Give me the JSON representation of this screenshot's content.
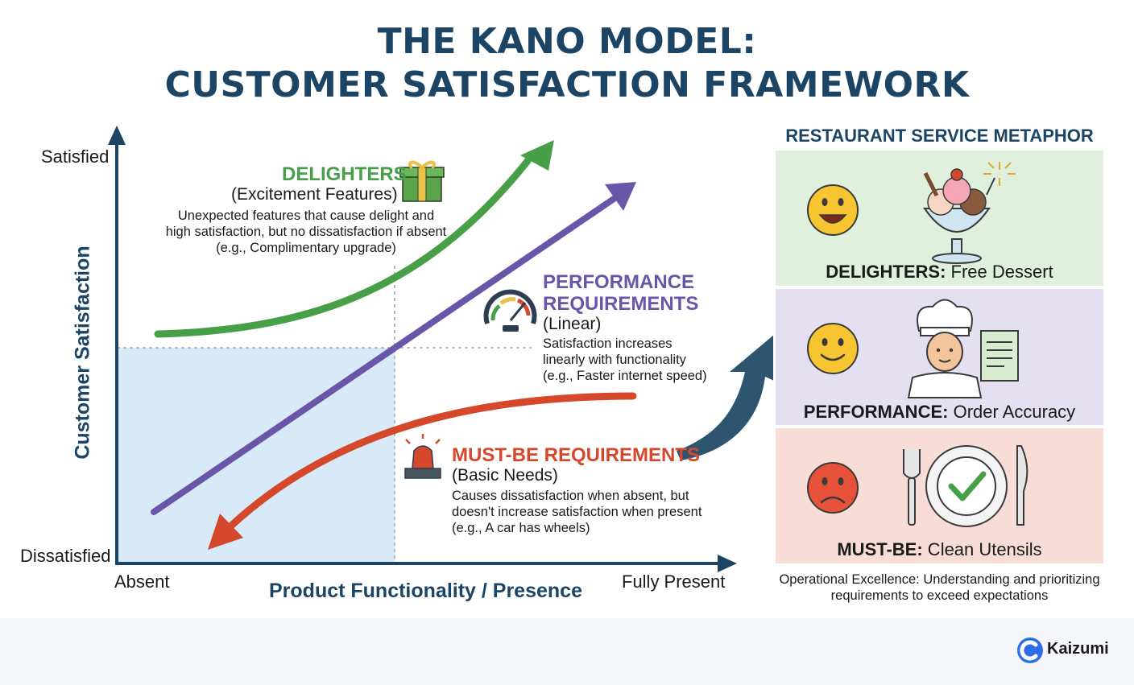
{
  "title": {
    "line1": "THE KANO MODEL:",
    "line2": "CUSTOMER SATISFACTION FRAMEWORK"
  },
  "axes": {
    "y_label": "Customer Satisfaction",
    "y_top": "Satisfied",
    "y_bottom": "Dissatisfied",
    "x_label": "Product Functionality / Presence",
    "x_left": "Absent",
    "x_right": "Fully Present"
  },
  "categories": {
    "delighters": {
      "title": "DELIGHTERS",
      "subtitle": "(Excitement Features)",
      "desc1": "Unexpected features that cause delight and",
      "desc2": "high satisfaction, but no dissatisfaction if absent",
      "desc3": "(e.g., Complimentary upgrade)",
      "icon": "gift-icon",
      "color": "#47a047"
    },
    "performance": {
      "title1": "PERFORMANCE",
      "title2": "REQUIREMENTS",
      "subtitle": "(Linear)",
      "desc1": "Satisfaction increases",
      "desc2": "linearly with functionality",
      "desc3": "(e.g., Faster internet speed)",
      "icon": "gauge-icon",
      "color": "#6a56a8"
    },
    "must_be": {
      "title": "MUST-BE REQUIREMENTS",
      "subtitle": "(Basic Needs)",
      "desc1": "Causes dissatisfaction when absent, but",
      "desc2": "doesn't increase satisfaction when present",
      "desc3": "(e.g., A car has wheels)",
      "icon": "siren-icon",
      "color": "#d5482b"
    }
  },
  "metaphor": {
    "title": "RESTAURANT SERVICE METAPHOR",
    "panels": [
      {
        "bold": "DELIGHTERS:",
        "text": " Free Dessert",
        "face": "happy-face-icon",
        "image": "ice-cream-sundae-icon",
        "color": "#dff0dc"
      },
      {
        "bold": "PERFORMANCE:",
        "text": " Order Accuracy",
        "face": "smile-face-icon",
        "image": "chef-with-order-icon",
        "color": "#e5e0f1"
      },
      {
        "bold": "MUST-BE:",
        "text": " Clean Utensils",
        "face": "sad-face-icon",
        "image": "plate-utensils-icon",
        "color": "#f8ddd6"
      }
    ],
    "footnote1": "Operational Excellence: Understanding and prioritizing",
    "footnote2": "requirements to exceed expectations"
  },
  "brand": "Kaizumi"
}
